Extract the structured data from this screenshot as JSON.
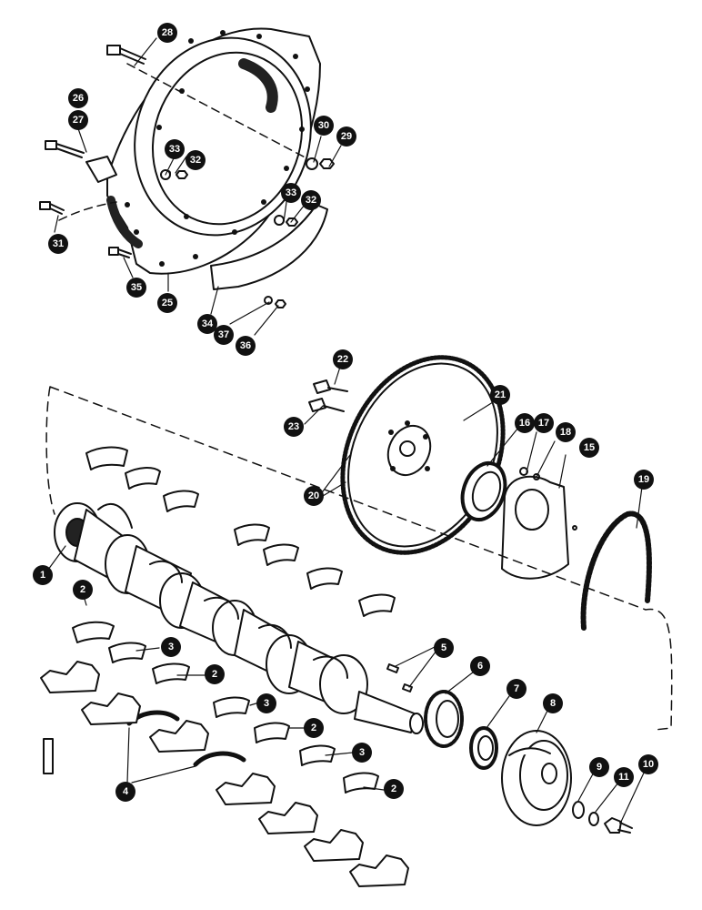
{
  "diagram": {
    "callouts": [
      {
        "id": "c28",
        "label": "28"
      },
      {
        "id": "c26",
        "label": "26"
      },
      {
        "id": "c27",
        "label": "27"
      },
      {
        "id": "c30",
        "label": "30"
      },
      {
        "id": "c29",
        "label": "29"
      },
      {
        "id": "c33a",
        "label": "33"
      },
      {
        "id": "c32a",
        "label": "32"
      },
      {
        "id": "c33b",
        "label": "33"
      },
      {
        "id": "c32b",
        "label": "32"
      },
      {
        "id": "c31",
        "label": "31"
      },
      {
        "id": "c35",
        "label": "35"
      },
      {
        "id": "c25",
        "label": "25"
      },
      {
        "id": "c34",
        "label": "34"
      },
      {
        "id": "c37",
        "label": "37"
      },
      {
        "id": "c36",
        "label": "36"
      },
      {
        "id": "c22",
        "label": "22"
      },
      {
        "id": "c23",
        "label": "23"
      },
      {
        "id": "c21",
        "label": "21"
      },
      {
        "id": "c16",
        "label": "16"
      },
      {
        "id": "c17",
        "label": "17"
      },
      {
        "id": "c18",
        "label": "18"
      },
      {
        "id": "c15",
        "label": "15"
      },
      {
        "id": "c19",
        "label": "19"
      },
      {
        "id": "c20",
        "label": "20"
      },
      {
        "id": "c1",
        "label": "1"
      },
      {
        "id": "c2a",
        "label": "2"
      },
      {
        "id": "c3a",
        "label": "3"
      },
      {
        "id": "c2b",
        "label": "2"
      },
      {
        "id": "c5",
        "label": "5"
      },
      {
        "id": "c6",
        "label": "6"
      },
      {
        "id": "c7",
        "label": "7"
      },
      {
        "id": "c8",
        "label": "8"
      },
      {
        "id": "c3b",
        "label": "3"
      },
      {
        "id": "c2c",
        "label": "2"
      },
      {
        "id": "c3c",
        "label": "3"
      },
      {
        "id": "c2d",
        "label": "2"
      },
      {
        "id": "c4",
        "label": "4"
      },
      {
        "id": "c9",
        "label": "9"
      },
      {
        "id": "c11",
        "label": "11"
      },
      {
        "id": "c10",
        "label": "10"
      }
    ]
  }
}
